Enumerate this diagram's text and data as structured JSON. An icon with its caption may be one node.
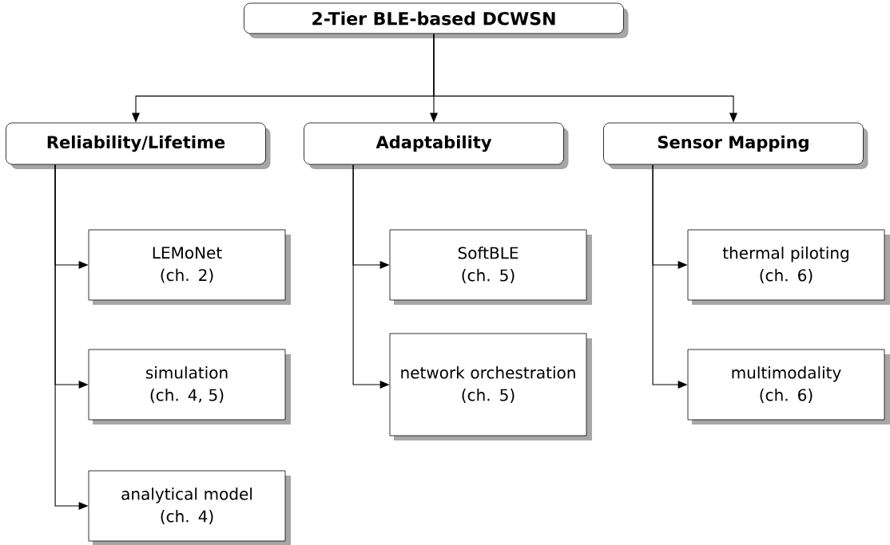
{
  "diagram": {
    "nodes": [
      {
        "text": [
          "2-Tier BLE-based DCWSN"
        ]
      },
      {
        "text": [
          "Reliability/Lifetime"
        ]
      },
      {
        "text": [
          "Adaptability"
        ]
      },
      {
        "text": [
          "Sensor Mapping"
        ]
      },
      {
        "text": [
          "LEMoNet",
          "(ch. 2)"
        ]
      },
      {
        "text": [
          "simulation",
          "(ch. 4, 5)"
        ]
      },
      {
        "text": [
          "analytical model",
          "(ch. 4)"
        ]
      },
      {
        "text": [
          "SoftBLE",
          "(ch. 5)"
        ]
      },
      {
        "text": [
          "network orchestration",
          "(ch. 5)"
        ]
      },
      {
        "text": [
          "thermal piloting",
          "(ch. 6)"
        ]
      },
      {
        "text": [
          "multimodality",
          "(ch. 6)"
        ]
      }
    ],
    "edges": [
      {
        "from": 0,
        "to": 1,
        "arrow": "to"
      },
      {
        "from": 0,
        "to": 2,
        "arrow": "to"
      },
      {
        "from": 0,
        "to": 3,
        "arrow": "to"
      },
      {
        "from": 1,
        "to": 4,
        "arrow": "to"
      },
      {
        "from": 1,
        "to": 5,
        "arrow": "to"
      },
      {
        "from": 1,
        "to": 6,
        "arrow": "to"
      },
      {
        "from": 2,
        "to": 7,
        "arrow": "to"
      },
      {
        "from": 2,
        "to": 8,
        "arrow": "to"
      },
      {
        "from": 3,
        "to": 9,
        "arrow": "to"
      },
      {
        "from": 3,
        "to": 10,
        "arrow": "to"
      }
    ]
  }
}
